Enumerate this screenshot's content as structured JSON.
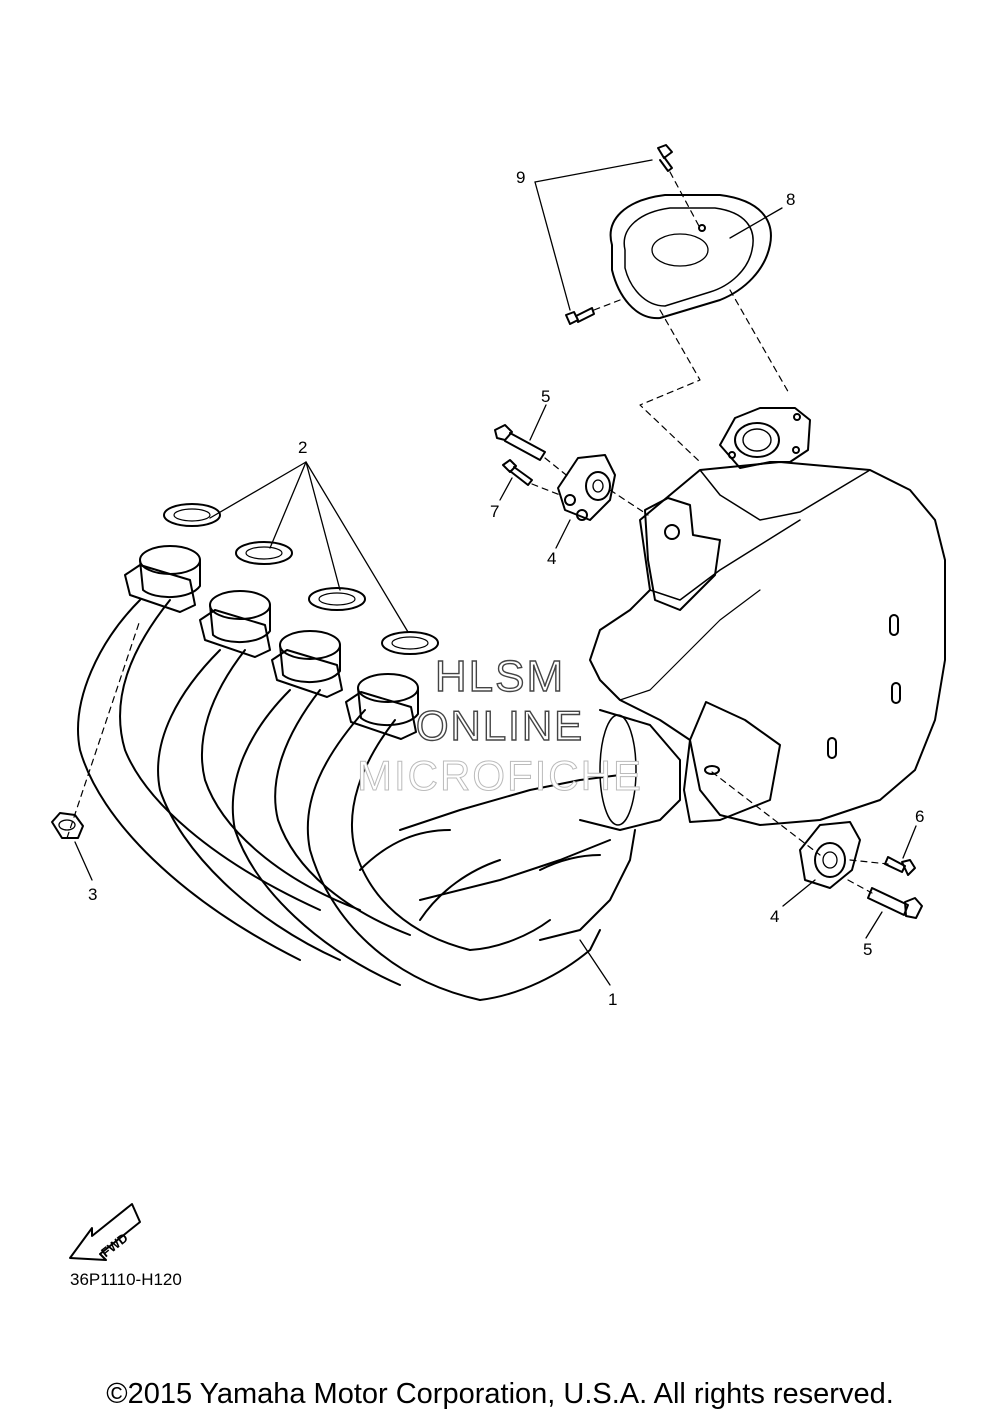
{
  "watermark": {
    "line1": "HLSM",
    "line2": "ONLINE",
    "line3": "MICROFICHE"
  },
  "callouts": {
    "c1": "1",
    "c2": "2",
    "c3": "3",
    "c4a": "4",
    "c4b": "4",
    "c5a": "5",
    "c5b": "5",
    "c6": "6",
    "c7": "7",
    "c8": "8",
    "c9": "9"
  },
  "fwd_label": "FWD",
  "figure_code": "36P1110-H120",
  "copyright": "©2015 Yamaha Motor Corporation, U.S.A. All rights reserved."
}
